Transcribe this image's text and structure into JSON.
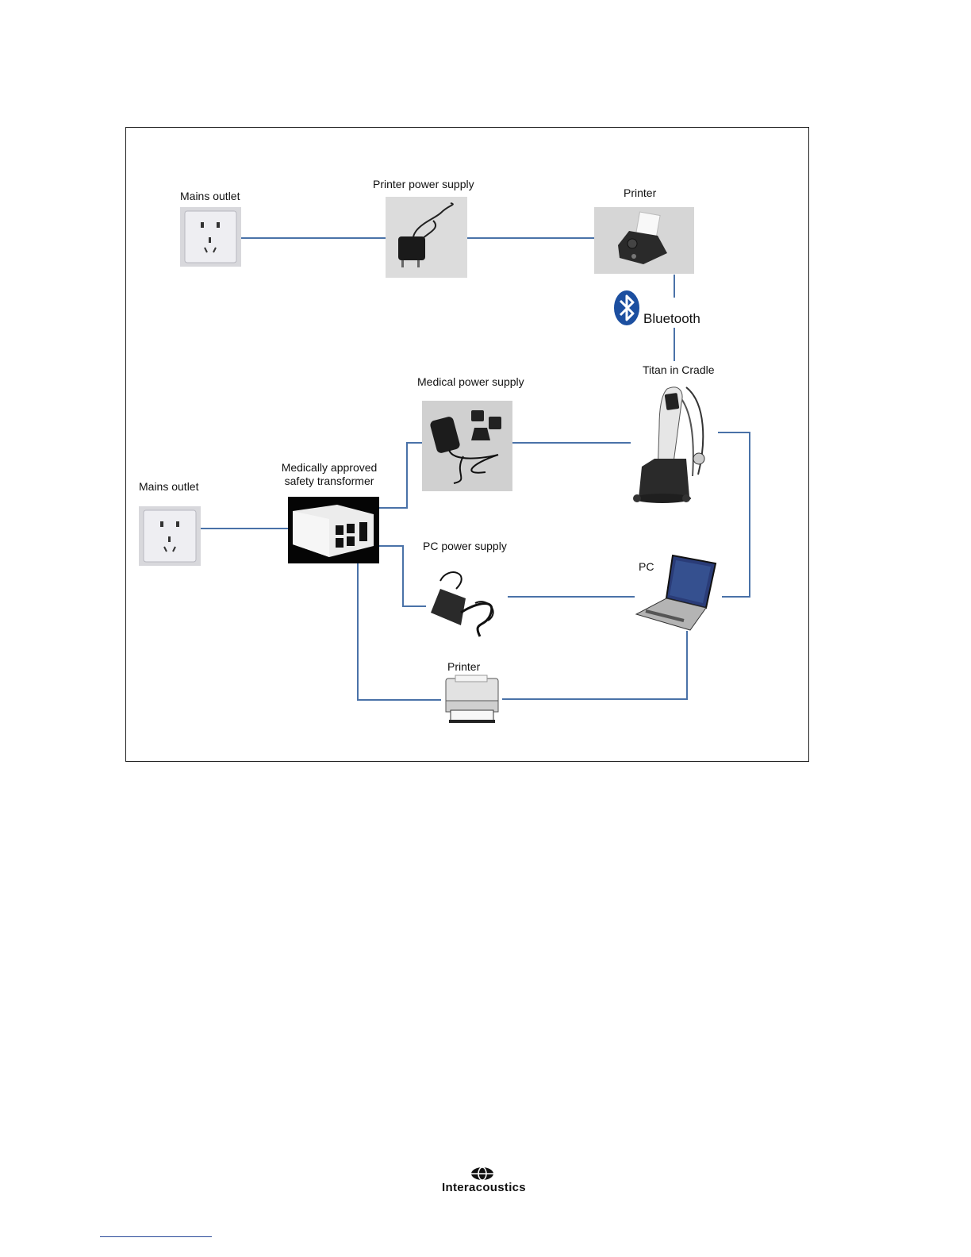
{
  "labels": {
    "mains_outlet_top": "Mains outlet",
    "printer_power_supply": "Printer power supply",
    "printer_top": "Printer",
    "bluetooth": "Bluetooth",
    "titan_in_cradle": "Titan in Cradle",
    "medical_power_supply": "Medical power supply",
    "transformer_line1": "Medically approved",
    "transformer_line2": "safety transformer",
    "mains_outlet_bottom": "Mains outlet",
    "pc_power_supply": "PC power supply",
    "pc": "PC",
    "printer_bottom": "Printer"
  },
  "footer": {
    "brand": "Interacoustics"
  },
  "colors": {
    "wire": "#4a72a8",
    "bluetooth_blue": "#1c4fa0"
  },
  "icons": [
    "wall-socket-icon",
    "power-adapter-icon",
    "thermal-printer-icon",
    "bluetooth-icon",
    "titan-cradle-icon",
    "transformer-icon",
    "laptop-icon",
    "laser-printer-icon",
    "interacoustics-logo-icon"
  ]
}
